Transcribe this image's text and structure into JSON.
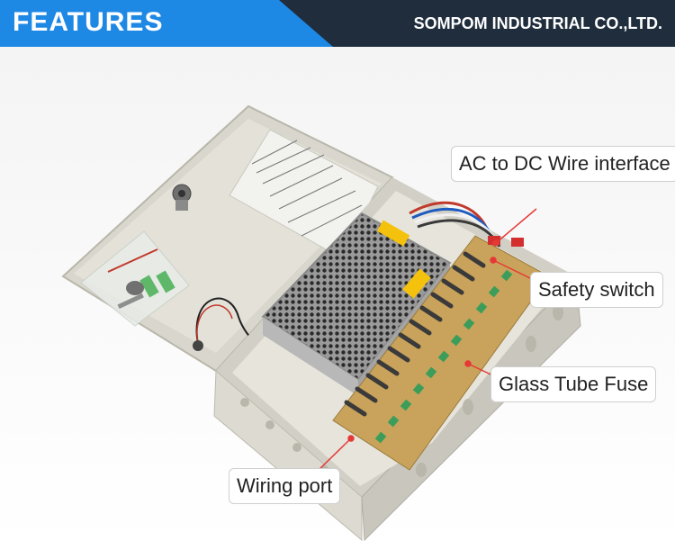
{
  "header": {
    "title": "FEATURES",
    "company": "SOMPOM INDUSTRIAL CO.,LTD."
  },
  "labels": {
    "ac_dc": "AC to DC Wire interface",
    "safety": "Safety switch",
    "fuse": "Glass Tube Fuse",
    "wiring": "Wiring port"
  },
  "colors": {
    "header_dark": "#1f2d3d",
    "header_blue": "#1e88e5",
    "pointer": "#e53935"
  }
}
